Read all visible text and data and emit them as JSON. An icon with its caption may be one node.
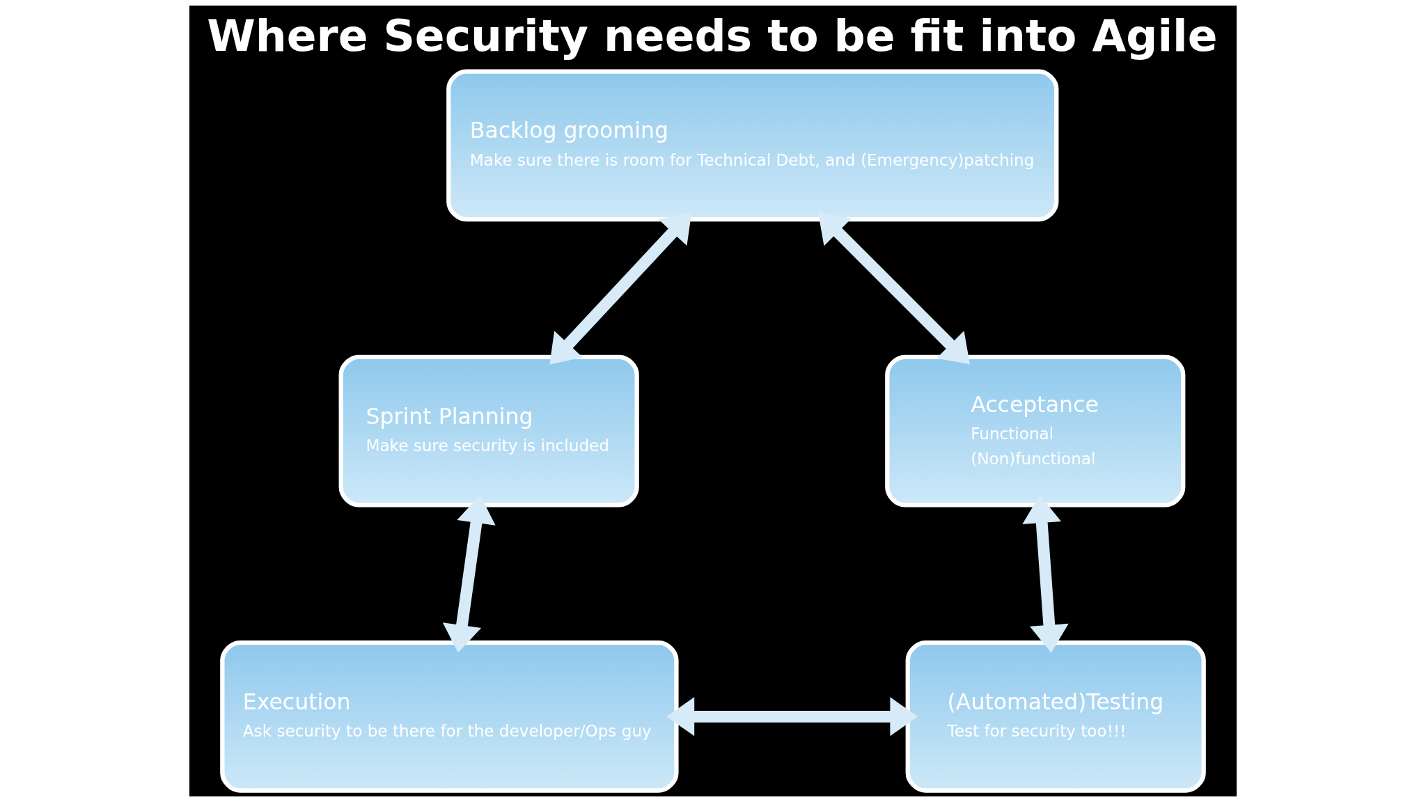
{
  "diagram": {
    "title": "Where Security needs to be fit into Agile",
    "nodes": [
      {
        "text": [
          "Backlog grooming",
          "Make sure there is room for Technical Debt, and (Emergency)patching"
        ]
      },
      {
        "text": [
          "Sprint Planning",
          "Make sure security is included"
        ]
      },
      {
        "text": [
          "Execution",
          "Ask security to be there for the developer/Ops guy"
        ]
      },
      {
        "text": [
          "(Automated)Testing",
          "Test for security too!!!"
        ]
      },
      {
        "text": [
          "Acceptance",
          "Functional",
          "(Non)functional"
        ]
      }
    ],
    "edges": [
      {
        "from": 0,
        "to": 1,
        "arrow": "both"
      },
      {
        "from": 1,
        "to": 2,
        "arrow": "both"
      },
      {
        "from": 2,
        "to": 3,
        "arrow": "both"
      },
      {
        "from": 3,
        "to": 4,
        "arrow": "both"
      },
      {
        "from": 4,
        "to": 0,
        "arrow": "both"
      }
    ]
  }
}
